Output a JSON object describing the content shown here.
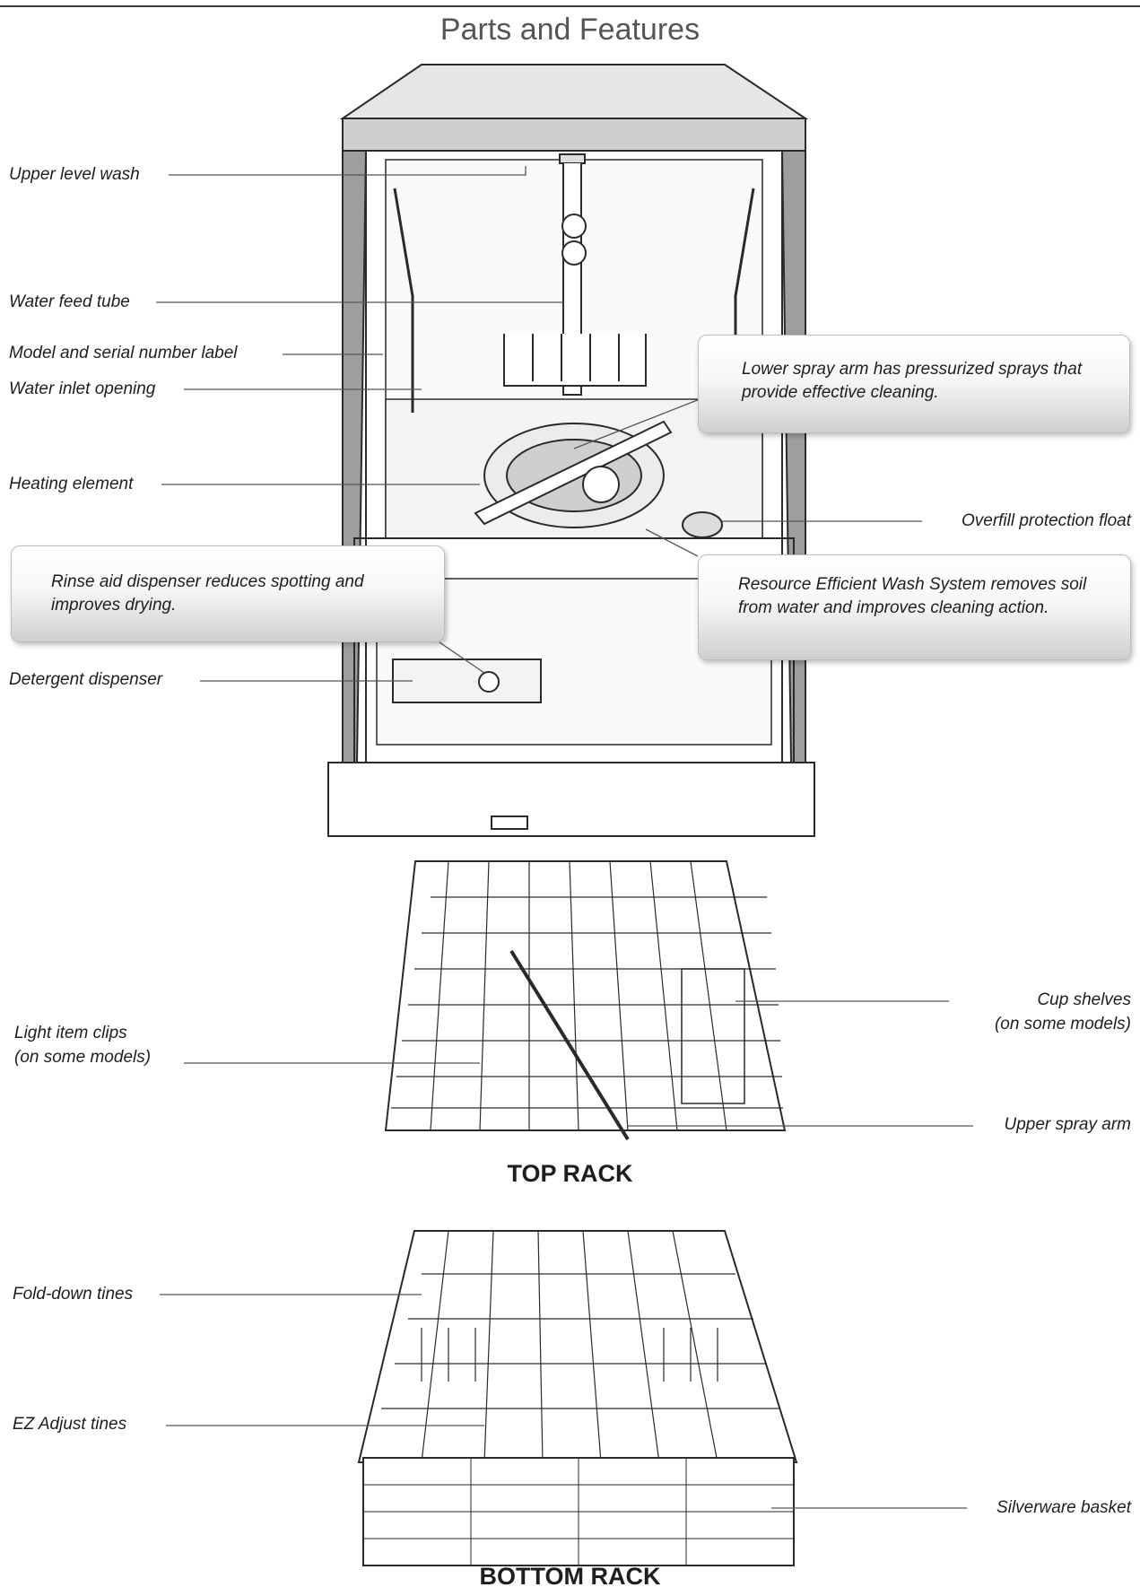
{
  "title": "Parts and Features",
  "labels": {
    "upper_level_wash": "Upper level wash",
    "water_feed_tube": "Water feed tube",
    "model_serial_label": "Model and serial number label",
    "water_inlet_opening": "Water inlet opening",
    "heating_element": "Heating element",
    "detergent_dispenser": "Detergent dispenser",
    "overfill_float": "Overfill protection float",
    "light_item_clips": [
      "Light item clips",
      "(on some models)"
    ],
    "cup_shelves": [
      "Cup shelves",
      "(on some models)"
    ],
    "upper_spray_arm": "Upper spray arm",
    "fold_down_tines": "Fold-down tines",
    "ez_adjust_tines": "EZ Adjust tines",
    "silverware_basket": "Silverware basket"
  },
  "callouts": {
    "lower_spray_arm": "Lower spray arm has pressurized sprays that provide effective cleaning.",
    "rinse_aid": "Rinse aid dispenser reduces spotting and improves drying.",
    "wash_system": "Resource Efficient Wash System removes soil from water and improves cleaning action."
  },
  "racks": {
    "top": "TOP RACK",
    "bottom": "BOTTOM RACK"
  }
}
